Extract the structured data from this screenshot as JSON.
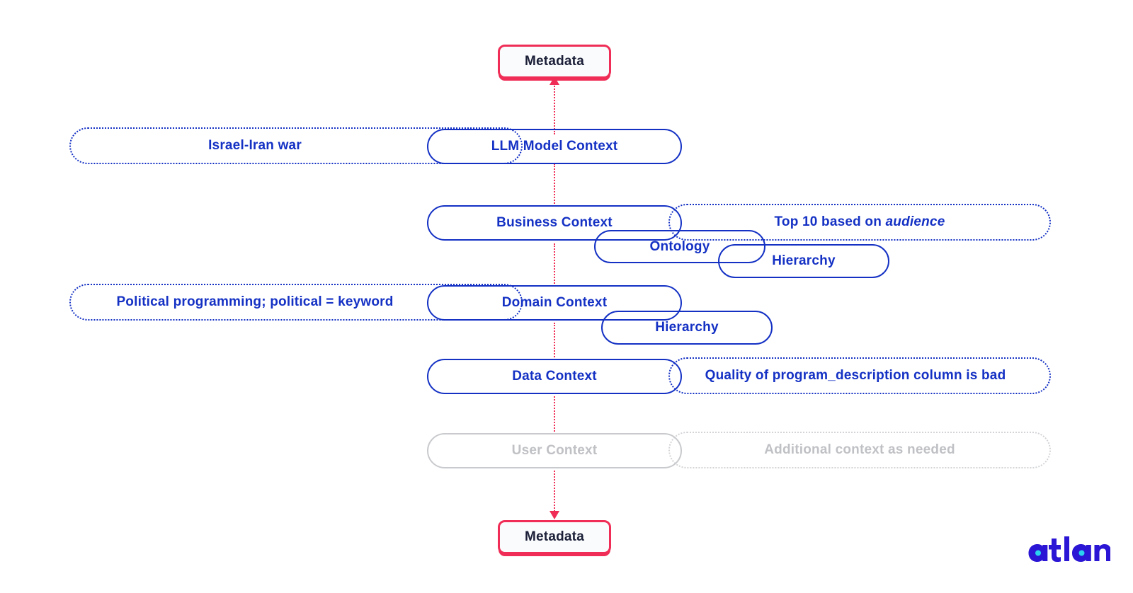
{
  "diagram": {
    "title": "Context layers between metadata",
    "colors": {
      "accent_pink": "#ef2d56",
      "context_blue": "#1431c4",
      "muted_grey": "#c0c1c5",
      "logo_indigo": "#2a16d4",
      "logo_cyan": "#2ad2ef",
      "background": "#ffffff"
    },
    "endpoints": {
      "top_label": "Metadata",
      "bottom_label": "Metadata"
    },
    "layers": [
      {
        "id": "llm-model-context",
        "label": "LLM Model Context",
        "note": "Israel-Iran war",
        "note_side": "left",
        "muted": false,
        "children": []
      },
      {
        "id": "business-context",
        "label": "Business Context",
        "note": "Top 10 based on audience",
        "note_prefix": "Top 10 based on ",
        "note_emphasis": "audience",
        "note_side": "right",
        "muted": false,
        "children": [
          "Ontology",
          "Hierarchy"
        ]
      },
      {
        "id": "domain-context",
        "label": "Domain Context",
        "note": "Political programming; political = keyword",
        "note_side": "left",
        "muted": false,
        "children": [
          "Hierarchy"
        ]
      },
      {
        "id": "data-context",
        "label": "Data Context",
        "note": "Quality of program_description column is bad",
        "note_side": "right",
        "muted": false,
        "children": []
      },
      {
        "id": "user-context",
        "label": "User Context",
        "note": "Additional context as needed",
        "note_side": "right",
        "muted": true,
        "children": []
      }
    ],
    "sub_boxes": {
      "business_ontology": "Ontology",
      "business_hierarchy": "Hierarchy",
      "domain_hierarchy": "Hierarchy"
    },
    "brand": {
      "name": "atlan"
    }
  }
}
